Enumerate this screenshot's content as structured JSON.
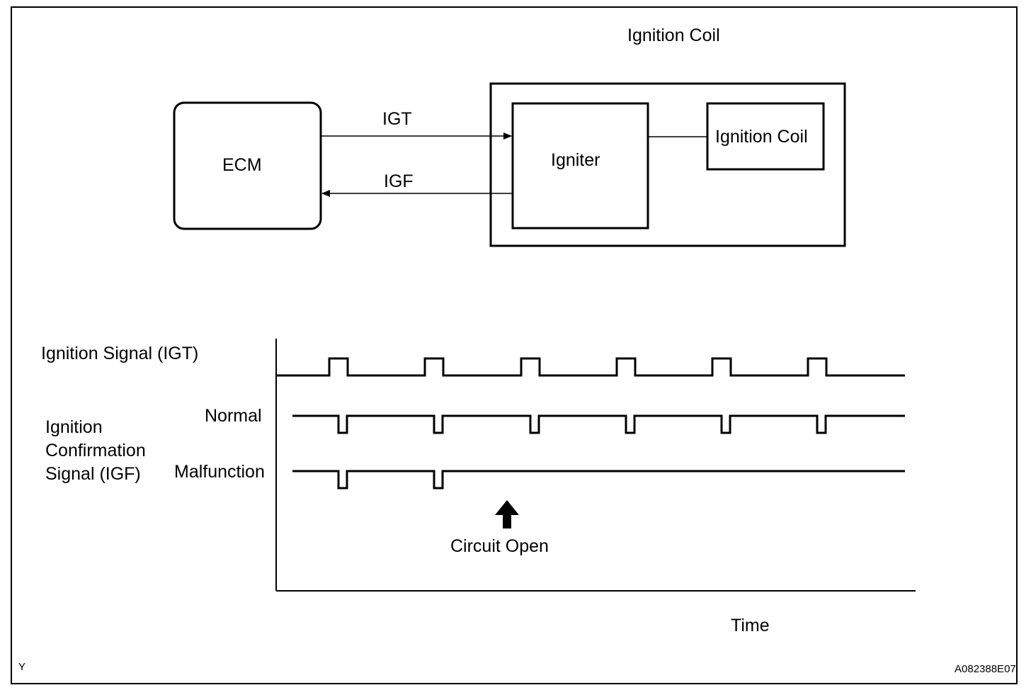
{
  "diagram": {
    "ignition_coil_title": "Ignition Coil",
    "ecm_label": "ECM",
    "igniter_label": "Igniter",
    "coil_label": "Ignition Coil",
    "igt_label": "IGT",
    "igf_label": "IGF"
  },
  "timing": {
    "igt_label": "Ignition Signal (IGT)",
    "igf_label_line1": "Ignition",
    "igf_label_line2": "Confirmation",
    "igf_label_line3": "Signal (IGF)",
    "normal_label": "Normal",
    "malfunction_label": "Malfunction",
    "circuit_open_label": "Circuit Open",
    "time_label": "Time",
    "igt_pulse_count": 6,
    "normal_pulse_count": 6,
    "malfunction_pulse_count": 2
  },
  "footer": {
    "corner_left": "Y",
    "figure_code": "A082388E07"
  }
}
